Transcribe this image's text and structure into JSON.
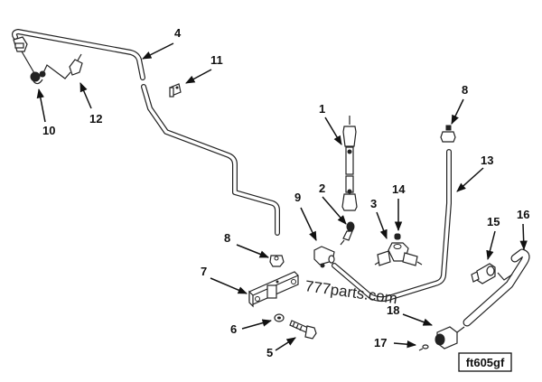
{
  "diagram": {
    "title_code": "ft605gf",
    "watermark": "777parts.com",
    "callouts": [
      {
        "id": "c1",
        "label": "1"
      },
      {
        "id": "c2",
        "label": "2"
      },
      {
        "id": "c3",
        "label": "3"
      },
      {
        "id": "c4",
        "label": "4"
      },
      {
        "id": "c5",
        "label": "5"
      },
      {
        "id": "c6",
        "label": "6"
      },
      {
        "id": "c7",
        "label": "7"
      },
      {
        "id": "c8a",
        "label": "8"
      },
      {
        "id": "c8b",
        "label": "8"
      },
      {
        "id": "c9",
        "label": "9"
      },
      {
        "id": "c10",
        "label": "10"
      },
      {
        "id": "c11",
        "label": "11"
      },
      {
        "id": "c12",
        "label": "12"
      },
      {
        "id": "c13",
        "label": "13"
      },
      {
        "id": "c14",
        "label": "14"
      },
      {
        "id": "c15",
        "label": "15"
      },
      {
        "id": "c16",
        "label": "16"
      },
      {
        "id": "c17",
        "label": "17"
      },
      {
        "id": "c18",
        "label": "18"
      }
    ],
    "parts": [
      {
        "num": "1",
        "name": "hose-assembly"
      },
      {
        "num": "2",
        "name": "elbow-fitting"
      },
      {
        "num": "3",
        "name": "tee-fitting"
      },
      {
        "num": "4",
        "name": "fuel-line-tube"
      },
      {
        "num": "5",
        "name": "bolt"
      },
      {
        "num": "6",
        "name": "washer"
      },
      {
        "num": "7",
        "name": "bracket"
      },
      {
        "num": "8",
        "name": "nut-fitting"
      },
      {
        "num": "9",
        "name": "connector"
      },
      {
        "num": "10",
        "name": "elbow"
      },
      {
        "num": "11",
        "name": "clip"
      },
      {
        "num": "12",
        "name": "fitting"
      },
      {
        "num": "13",
        "name": "tube"
      },
      {
        "num": "14",
        "name": "plug"
      },
      {
        "num": "15",
        "name": "adapter"
      },
      {
        "num": "16",
        "name": "tube-bent"
      },
      {
        "num": "17",
        "name": "o-ring"
      },
      {
        "num": "18",
        "name": "nut"
      }
    ]
  }
}
